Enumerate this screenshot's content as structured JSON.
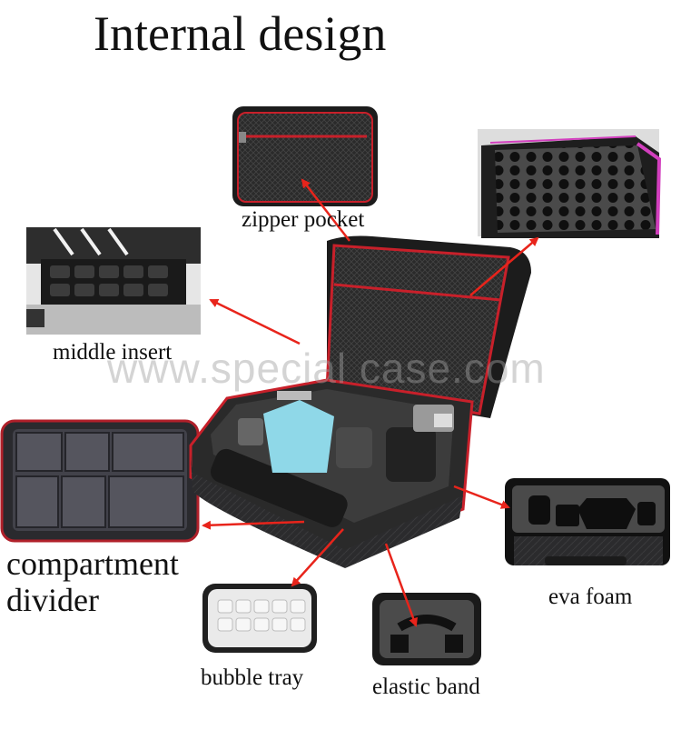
{
  "title": "Internal design",
  "watermark": "www.special case.com",
  "labels": {
    "zipper_pocket": "zipper pocket",
    "middle_insert": "middle insert",
    "compartment_divider_line1": "compartment",
    "compartment_divider_line2": "divider",
    "bubble_tray": "bubble tray",
    "elastic_band": "elastic band",
    "eva_foam": "eva foam"
  },
  "colors": {
    "arrow": "#e8241b",
    "case_body": "#2c2c2e",
    "zipper_trim": "#c8202a",
    "foam": "#3a3a3a",
    "pink_trim": "#d23fbe",
    "drone_body": "#8fd8e8"
  }
}
